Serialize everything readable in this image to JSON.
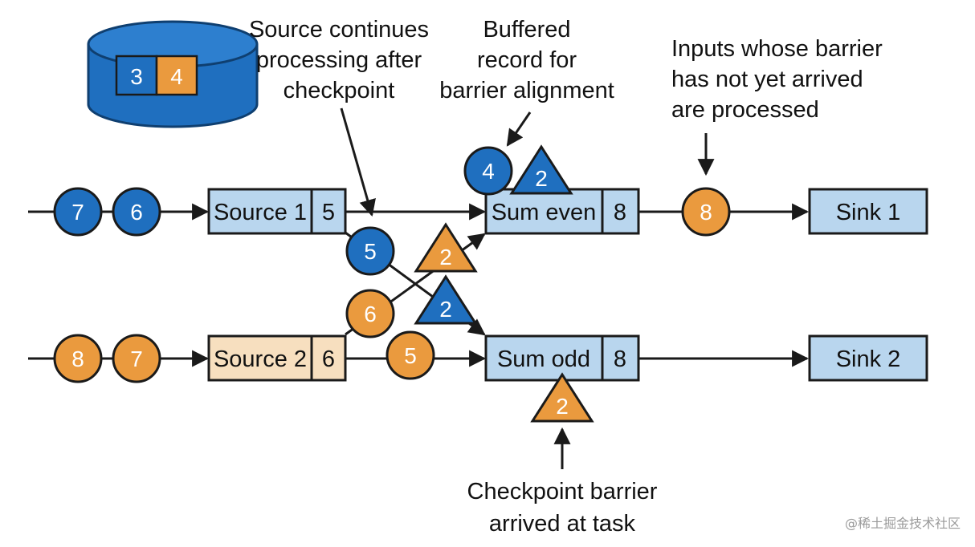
{
  "colors": {
    "blue": "#1f6fbf",
    "orange": "#ea9a3e",
    "box_blue": "#b9d6ee",
    "box_tan": "#f7dfbf",
    "stroke": "#1a1a1a"
  },
  "state_store": {
    "values": [
      "3",
      "4"
    ]
  },
  "annotations": {
    "source_continues": [
      "Source continues",
      "processing after",
      "checkpoint"
    ],
    "buffered_record": [
      "Buffered",
      "record for",
      "barrier alignment"
    ],
    "inputs_processed": [
      "Inputs whose barrier",
      "has not yet arrived",
      "are processed"
    ],
    "barrier_arrived": [
      "Checkpoint barrier",
      "arrived at task"
    ]
  },
  "tasks": {
    "source1": {
      "label": "Source 1",
      "value": "5"
    },
    "source2": {
      "label": "Source 2",
      "value": "6"
    },
    "sum_even": {
      "label": "Sum even",
      "value": "8"
    },
    "sum_odd": {
      "label": "Sum odd",
      "value": "8"
    },
    "sink1": {
      "label": "Sink 1"
    },
    "sink2": {
      "label": "Sink 2"
    }
  },
  "records": {
    "in1_a": "7",
    "in1_b": "6",
    "in2_a": "8",
    "in2_b": "7",
    "flight_blue5": "5",
    "flight_orange6": "6",
    "flight_orange5": "5",
    "buffered_blue4": "4",
    "out_orange8": "8"
  },
  "barriers": {
    "b_even_top": "2",
    "b_cross_orange": "2",
    "b_cross_blue": "2",
    "b_odd": "2"
  },
  "watermark": "@稀土掘金技术社区"
}
